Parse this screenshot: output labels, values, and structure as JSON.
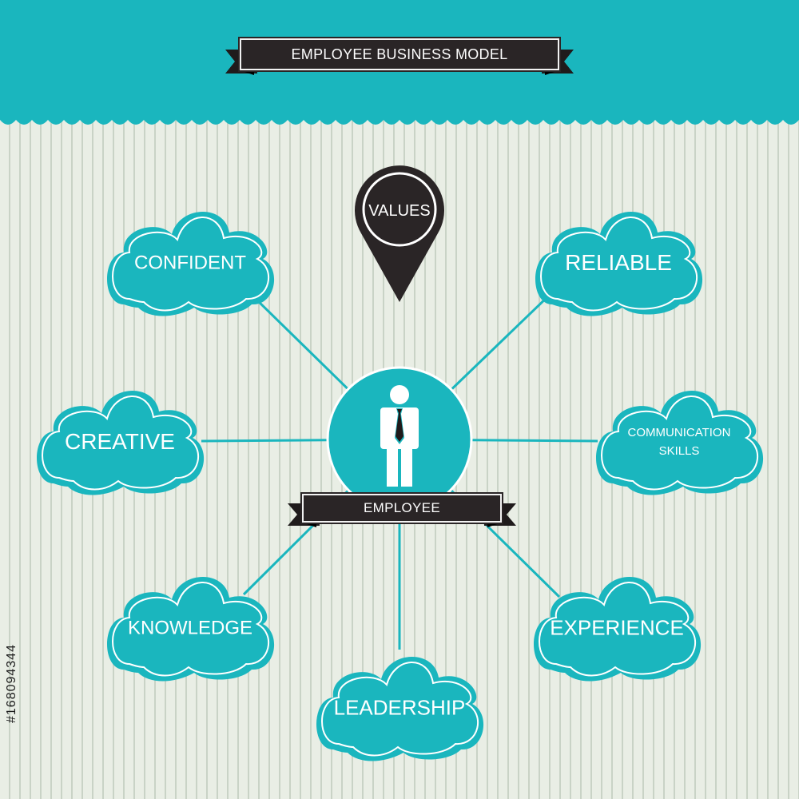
{
  "title": "EMPLOYEE BUSINESS MODEL",
  "center": {
    "label": "EMPLOYEE",
    "icon": "businessman-icon"
  },
  "values_pin": {
    "label": "VALUES",
    "icon": "map-pin-icon"
  },
  "nodes": [
    {
      "id": "confident",
      "lines": [
        "CONFIDENT"
      ]
    },
    {
      "id": "reliable",
      "lines": [
        "RELIABLE"
      ]
    },
    {
      "id": "creative",
      "lines": [
        "CREATIVE"
      ]
    },
    {
      "id": "communication-skills",
      "lines": [
        "COMMUNICATION",
        "SKILLS"
      ]
    },
    {
      "id": "knowledge",
      "lines": [
        "KNOWLEDGE"
      ]
    },
    {
      "id": "experience",
      "lines": [
        "EXPERIENCE"
      ]
    },
    {
      "id": "leadership",
      "lines": [
        "LEADERSHIP"
      ]
    }
  ],
  "watermark": "#168094344",
  "colors": {
    "teal": "#1ab6be",
    "dark": "#2a2526",
    "background": "#e8ede4",
    "white": "#ffffff"
  }
}
